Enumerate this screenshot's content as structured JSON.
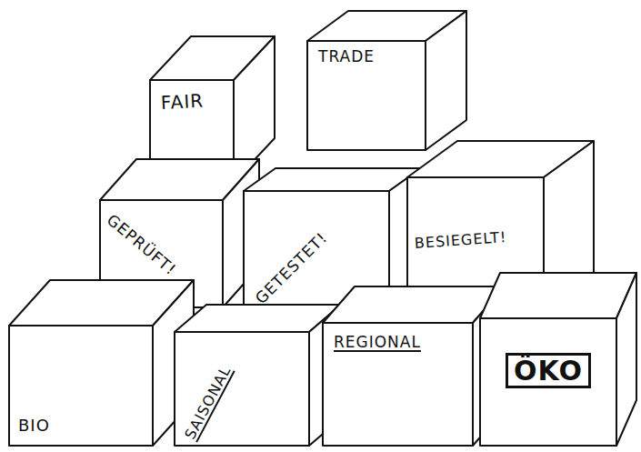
{
  "diagram": {
    "nodes": [
      {
        "text": [
          "FAIR"
        ]
      },
      {
        "text": [
          "TRADE"
        ]
      },
      {
        "text": [
          "GEPRÜFT!"
        ]
      },
      {
        "text": [
          "GETESTET!"
        ]
      },
      {
        "text": [
          "BESIEGELT!"
        ]
      },
      {
        "text": [
          "BIO"
        ]
      },
      {
        "text": [
          "SAISONAL"
        ]
      },
      {
        "text": [
          "REGIONAL"
        ]
      },
      {
        "text": [
          "ÖKO"
        ]
      }
    ]
  }
}
